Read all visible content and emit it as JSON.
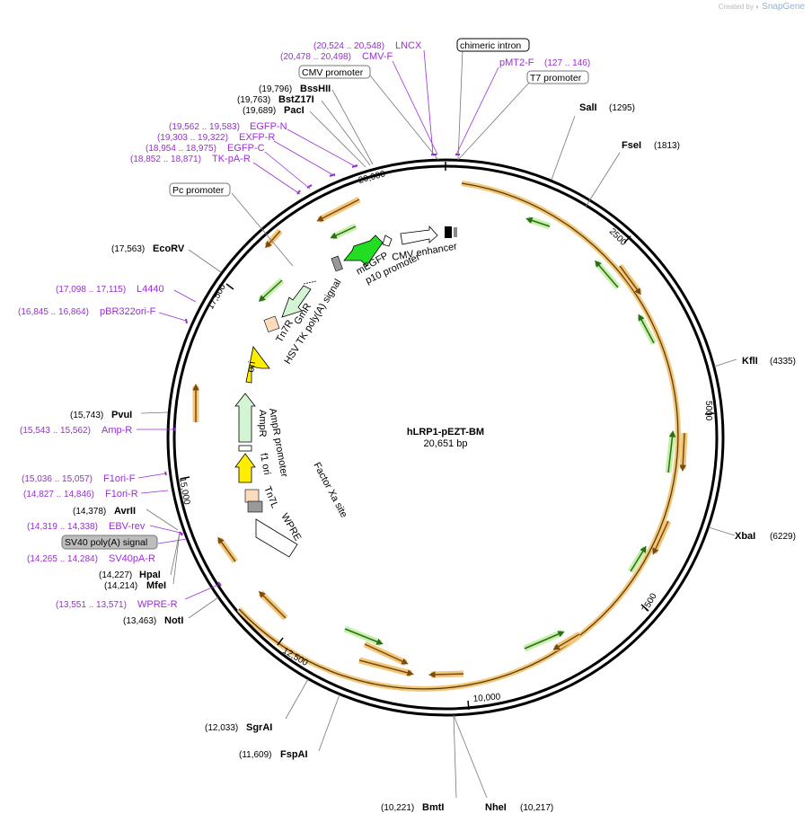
{
  "credit": {
    "prefix": "Created by",
    "brand": "SnapGene"
  },
  "plasmid": {
    "name": "hLRP1-pEZT-BM",
    "length_label": "20,651 bp"
  },
  "ticks": [
    "20,000",
    "2500",
    "5000",
    "7500",
    "10,000",
    "12,500",
    "15,000",
    "17,500"
  ],
  "sites": [
    {
      "name": "SalI",
      "pos": "(1295)"
    },
    {
      "name": "FseI",
      "pos": "(1813)"
    },
    {
      "name": "KflI",
      "pos": "(4335)"
    },
    {
      "name": "XbaI",
      "pos": "(6229)"
    },
    {
      "name": "BmtI",
      "pos": "(10,221)"
    },
    {
      "name": "NheI",
      "pos": "(10,217)"
    },
    {
      "name": "FspAI",
      "pos": "(11,609)"
    },
    {
      "name": "SgrAI",
      "pos": "(12,033)"
    },
    {
      "name": "NotI",
      "pos": "(13,463)"
    },
    {
      "name": "MfeI",
      "pos": "(14,214)"
    },
    {
      "name": "HpaI",
      "pos": "(14,227)"
    },
    {
      "name": "AvrII",
      "pos": "(14,378)"
    },
    {
      "name": "PvuI",
      "pos": "(15,743)"
    },
    {
      "name": "EcoRV",
      "pos": "(17,563)"
    },
    {
      "name": "PacI",
      "pos": "(19,689)"
    },
    {
      "name": "BstZ17I",
      "pos": "(19,763)"
    },
    {
      "name": "BssHII",
      "pos": "(19,796)"
    }
  ],
  "primers": [
    {
      "name": "LNCX",
      "pos": "(20,524 .. 20,548)"
    },
    {
      "name": "CMV-F",
      "pos": "(20,478 .. 20,498)"
    },
    {
      "name": "pMT2-F",
      "pos": "(127 .. 146)"
    },
    {
      "name": "EGFP-N",
      "pos": "(19,562 .. 19,583)"
    },
    {
      "name": "EXFP-R",
      "pos": "(19,303 .. 19,322)"
    },
    {
      "name": "EGFP-C",
      "pos": "(18,954 .. 18,975)"
    },
    {
      "name": "TK-pA-R",
      "pos": "(18,852 .. 18,871)"
    },
    {
      "name": "L4440",
      "pos": "(17,098 .. 17,115)"
    },
    {
      "name": "pBR322ori-F",
      "pos": "(16,845 .. 16,864)"
    },
    {
      "name": "Amp-R",
      "pos": "(15,543 .. 15,562)"
    },
    {
      "name": "F1ori-F",
      "pos": "(15,036 .. 15,057)"
    },
    {
      "name": "F1ori-R",
      "pos": "(14,827 .. 14,846)"
    },
    {
      "name": "EBV-rev",
      "pos": "(14,319 .. 14,338)"
    },
    {
      "name": "SV40pA-R",
      "pos": "(14,265 .. 14,284)"
    },
    {
      "name": "WPRE-R",
      "pos": "(13,551 .. 13,571)"
    }
  ],
  "boxed_features": {
    "chimeric_intron": "chimeric intron",
    "cmv_promoter": "CMV promoter",
    "t7_promoter": "T7 promoter",
    "pc_promoter": "Pc promoter",
    "sv40_polya": "SV40 poly(A) signal"
  },
  "features": {
    "cmv_enhancer": "CMV enhancer",
    "megfp": "mEGFP",
    "p10_promoter": "p10 promoter",
    "hsv_tk_polya": "HSV TK poly(A) signal",
    "gmr": "GmR",
    "tn7r": "Tn7R",
    "ori": "ori",
    "ampr": "AmpR",
    "ampr_promoter": "AmpR promoter",
    "f1_ori": "f1 ori",
    "tn7l": "Tn7L",
    "wpre": "WPRE",
    "factor_xa": "Factor Xa site"
  },
  "colors": {
    "orf_fill": "#f2c77a",
    "orf_arrow": "#8b5a1a",
    "green_fill": "#c6f0a8",
    "green_arrow": "#2e7d1f",
    "primer": "#9b2dd6",
    "gfp": "#22dd22",
    "origin": "#ffee00",
    "marker": "#c9f5c9"
  }
}
